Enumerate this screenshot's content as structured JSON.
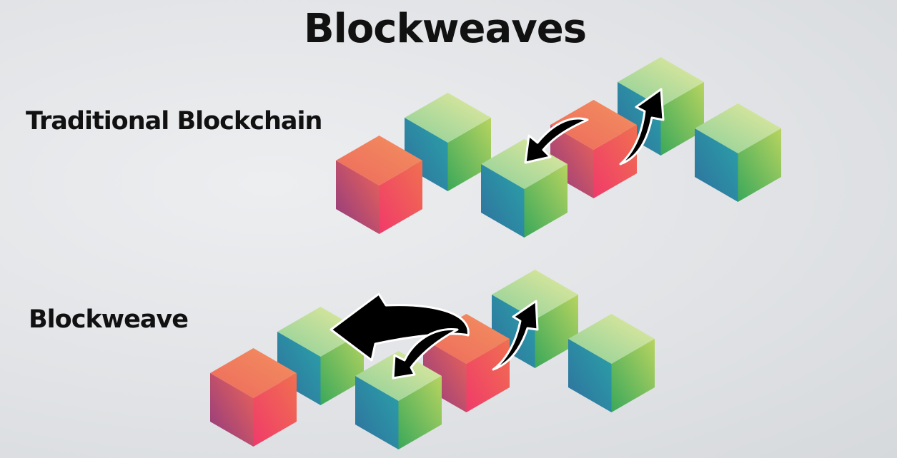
{
  "title": "Blockweaves",
  "sections": {
    "traditional": {
      "label": "Traditional Blockchain"
    },
    "blockweave": {
      "label": "Blockweave"
    }
  },
  "colors": {
    "red_block": [
      "#f07a58",
      "#ee4a6a",
      "#8e3a80"
    ],
    "green_block": [
      "#e0e89a",
      "#7fc46a",
      "#2a8fa6"
    ],
    "link": "#3a2a6a",
    "arrow": "#000000"
  }
}
